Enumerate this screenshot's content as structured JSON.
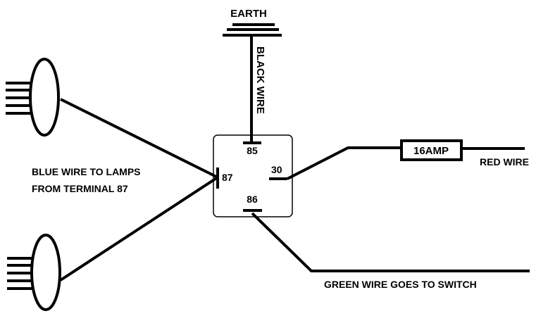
{
  "labels": {
    "earth": "EARTH",
    "black_wire": "BLACK WIRE",
    "relay_85": "85",
    "relay_86": "86",
    "relay_87": "87",
    "relay_30": "30",
    "fuse": "16AMP",
    "red_wire": "RED WIRE",
    "blue_wire_line1": "BLUE WIRE TO LAMPS",
    "blue_wire_line2": "FROM TERMINAL 87",
    "green_wire": "GREEN WIRE GOES TO SWITCH"
  }
}
